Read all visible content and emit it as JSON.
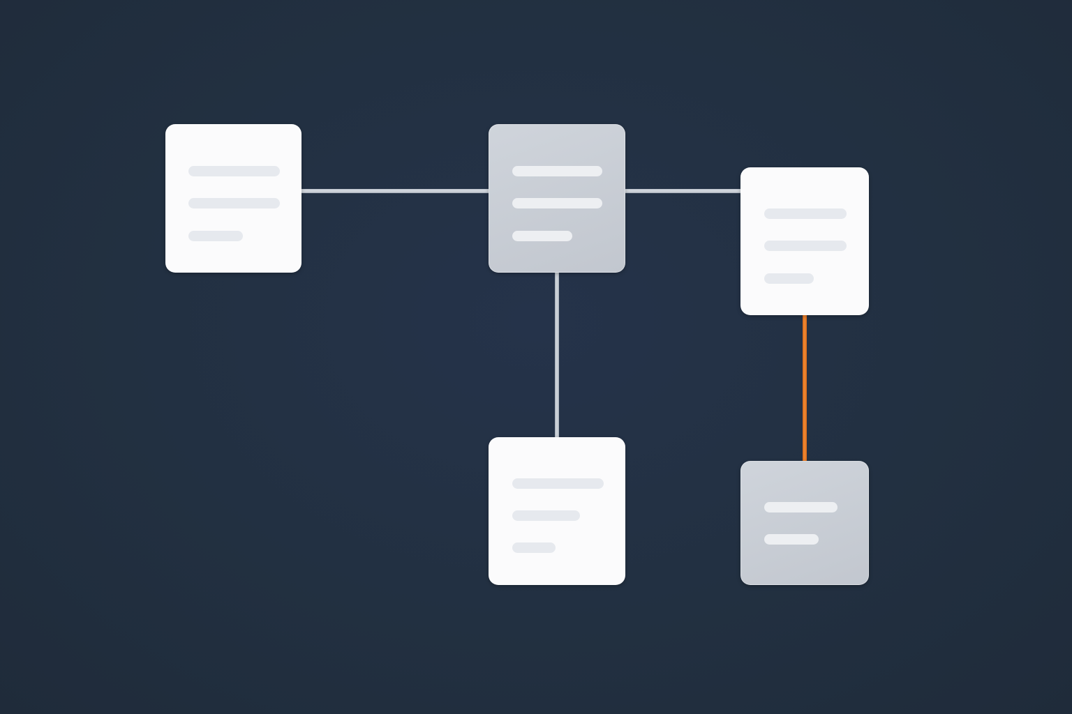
{
  "diagram": {
    "background_color": "#233040",
    "colors": {
      "light_card": "#fbfbfc",
      "grey_card": "#c7ccd3",
      "neutral_connector": "#c9cfd6",
      "accent_connector": "#f0852d",
      "text_placeholder_line": "#e6e9ee"
    },
    "nodes": [
      {
        "id": "node-a",
        "style": "light",
        "text_lines": 3
      },
      {
        "id": "node-b",
        "style": "grey",
        "text_lines": 3
      },
      {
        "id": "node-c",
        "style": "light",
        "text_lines": 3
      },
      {
        "id": "node-d",
        "style": "light",
        "text_lines": 3
      },
      {
        "id": "node-e",
        "style": "grey",
        "text_lines": 2
      }
    ],
    "edges": [
      {
        "from": "node-a",
        "to": "node-b",
        "style": "neutral"
      },
      {
        "from": "node-b",
        "to": "node-c",
        "style": "neutral"
      },
      {
        "from": "node-b",
        "to": "node-d",
        "style": "neutral"
      },
      {
        "from": "node-c",
        "to": "node-e",
        "style": "accent"
      }
    ]
  }
}
